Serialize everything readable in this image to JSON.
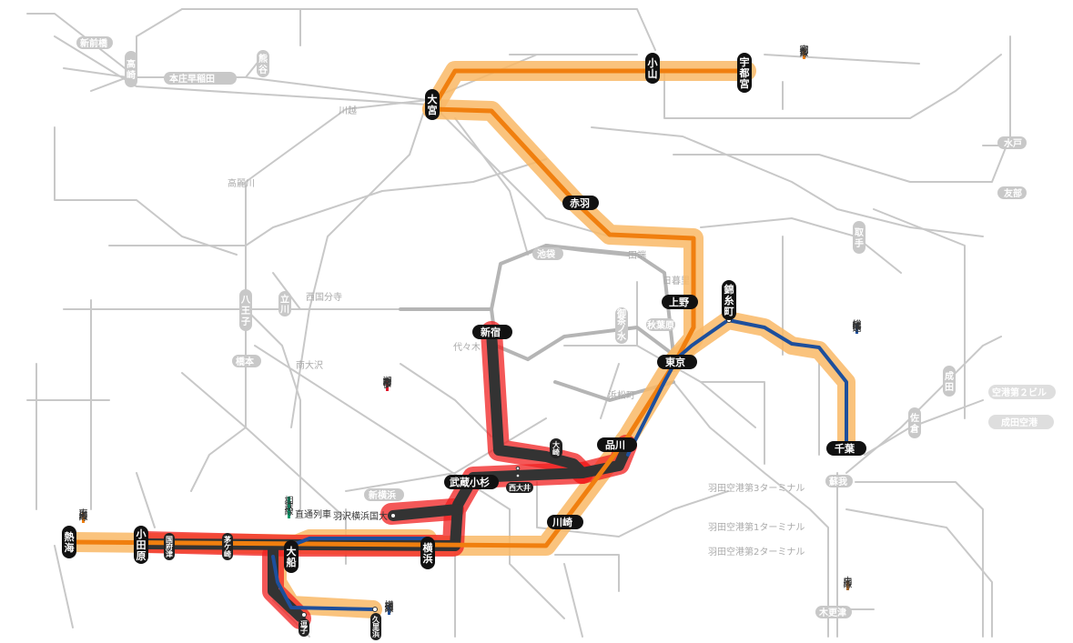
{
  "colors": {
    "jr_orange": "#f07f0f",
    "glow_orange": "#f9b866",
    "glow_red": "#f02020",
    "sobu_blue": "#1d4f9c",
    "shonan_red": "#e0182d",
    "sotetsu_green": "#009a6a",
    "naibo_brown": "#a0642c",
    "background_line": "#c8c8c8"
  },
  "legends": {
    "utsunomiya": "宇都宮線",
    "sobu_rapid": "総武線快速",
    "shonan_shinjuku": "湘南新宿ライン",
    "tokaido": "東海道線",
    "sotetsu_through_1": "相鉄線",
    "sotetsu_through_2": "直通列車",
    "yokosuka": "横須賀線",
    "uchibo": "内房線"
  },
  "stations": {
    "omiya": "大宮",
    "oyama": "小山",
    "utsunomiya": "宇都宮",
    "akabane": "赤羽",
    "ueno": "上野",
    "tokyo": "東京",
    "kinshicho": "錦糸町",
    "chiba": "千葉",
    "shinjuku": "新宿",
    "osaki": "大崎",
    "nishioi": "西大井",
    "shinagawa": "品川",
    "musashikosugi": "武蔵小杉",
    "kawasaki": "川崎",
    "yokohama": "横浜",
    "ofuna": "大船",
    "odawara": "小田原",
    "atami": "熱海",
    "kozu": "国府津",
    "chigasaki": "茅ケ崎",
    "zushi": "逗子",
    "kurihama": "久里浜",
    "hazawa": "羽沢横浜国大"
  },
  "bg_stations": {
    "shinmaebashi": "新前橋",
    "takasaki": "高崎",
    "kumagaya": "熊谷",
    "honjo_waseda": "本庄早稲田",
    "kawagoe": "川越",
    "takasakidone": "高麗川",
    "ikebukuro": "池袋",
    "tabata": "田端",
    "nippori": "日暮里",
    "akihabara": "秋葉原",
    "ochanomizu": "御茶ノ水",
    "yoyogi": "代々木",
    "hamamatsucho": "浜松町",
    "hachioji": "八王子",
    "tachikawa": "立川",
    "nishikokubunji": "西国分寺",
    "hashimoto": "橋本",
    "minamiosawa": "南大沢",
    "shinyokohama": "新横浜",
    "mito": "水戸",
    "tomobe": "友部",
    "toride": "取手",
    "narita": "成田",
    "sakura": "佐倉",
    "narita_airport": "成田空港",
    "airport_terminal2": "空港第２ビル",
    "soga": "蘇我",
    "kisarazu": "木更津",
    "haneda_t3": "羽田空港第3ターミナル",
    "haneda_t1": "羽田空港第1ターミナル",
    "haneda_t2": "羽田空港第2ターミナル"
  }
}
